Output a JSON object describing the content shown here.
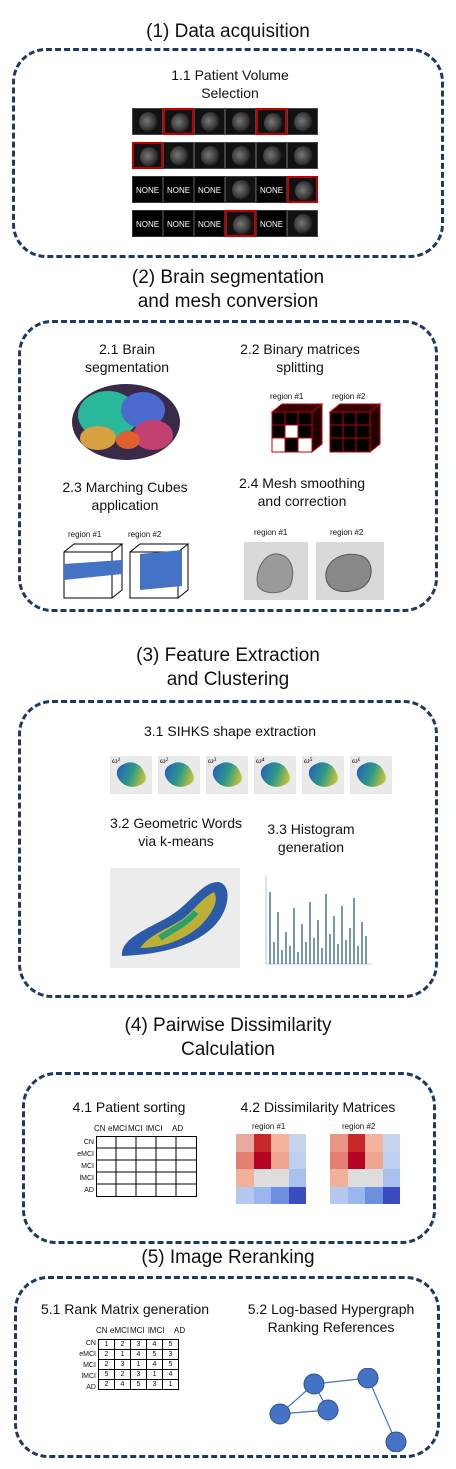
{
  "sections": {
    "s1": {
      "title": "(1) Data acquisition",
      "step": "1.1 Patient Volume Selection",
      "none_label": "NONE"
    },
    "s2": {
      "title_l1": "(2) Brain segmentation",
      "title_l2": "and mesh conversion",
      "step1": "2.1 Brain segmentation",
      "step2": "2.2 Binary matrices splitting",
      "step3": "2.3 Marching Cubes application",
      "step4": "2.4 Mesh smoothing and correction",
      "region1": "region #1",
      "region2": "region #2"
    },
    "s3": {
      "title_l1": "(3) Feature Extraction",
      "title_l2": "and Clustering",
      "step1": "3.1 SIHKS shape extraction",
      "step2": "3.2 Geometric Words via k-means",
      "step3": "3.3 Histogram generation",
      "omegas": [
        "ω¹",
        "ω²",
        "ω³",
        "ω⁴",
        "ω⁵",
        "ω⁶"
      ]
    },
    "s4": {
      "title_l1": "(4) Pairwise Dissimilarity",
      "title_l2": "Calculation",
      "step1": "4.1 Patient sorting",
      "step2": "4.2 Dissimilarity Matrices",
      "region1": "region #1",
      "region2": "region #2",
      "cols": [
        "CN",
        "eMCI",
        "MCI",
        "lMCI",
        "AD"
      ]
    },
    "s5": {
      "title": "(5) Image Reranking",
      "step1": "5.1 Rank Matrix generation",
      "step2": "5.2 Log-based Hypergraph Ranking References",
      "cols": [
        "CN",
        "eMCI",
        "MCI",
        "lMCI",
        "AD"
      ],
      "rows": [
        {
          "label": "CN",
          "vals": [
            "1",
            "2",
            "3",
            "4",
            "5"
          ]
        },
        {
          "label": "eMCI",
          "vals": [
            "2",
            "1",
            "4",
            "5",
            "3"
          ]
        },
        {
          "label": "MCI",
          "vals": [
            "2",
            "3",
            "1",
            "4",
            "5"
          ]
        },
        {
          "label": "lMCI",
          "vals": [
            "5",
            "2",
            "3",
            "1",
            "4"
          ]
        },
        {
          "label": "AD",
          "vals": [
            "2",
            "4",
            "5",
            "3",
            "1"
          ]
        }
      ]
    }
  },
  "colors": {
    "box_border": "#203864",
    "selection_red": "#c00000",
    "node": "#4472c4"
  }
}
